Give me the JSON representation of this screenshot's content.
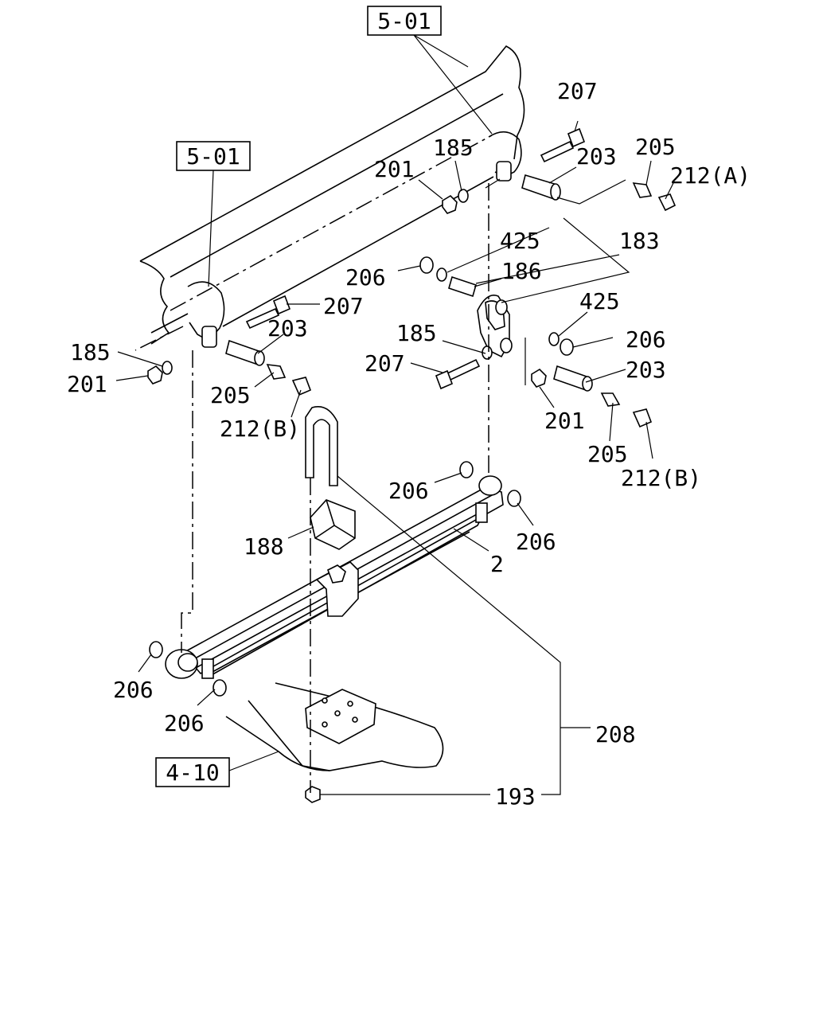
{
  "references": {
    "ref_frame_top": "5-01",
    "ref_frame_left": "5-01",
    "ref_axle": "4-10"
  },
  "labels": {
    "l207_top": "207",
    "l185_top": "185",
    "l201_top": "201",
    "l203_top": "203",
    "l205_top": "205",
    "l212a": "212(A)",
    "l425_top": "425",
    "l183": "183",
    "l206_a": "206",
    "l186": "186",
    "l425_right": "425",
    "l207_left": "207",
    "l203_left": "203",
    "l185_left": "185",
    "l201_left": "201",
    "l205_left": "205",
    "l212b_left": "212(B)",
    "l185_mid": "185",
    "l207_mid": "207",
    "l206_right": "206",
    "l203_right": "203",
    "l201_right": "201",
    "l205_right": "205",
    "l212b_right": "212(B)",
    "l206_front": "206",
    "l206_front2": "206",
    "l188": "188",
    "l2": "2",
    "l206_rear": "206",
    "l206_rear2": "206",
    "l208": "208",
    "l193": "193"
  }
}
